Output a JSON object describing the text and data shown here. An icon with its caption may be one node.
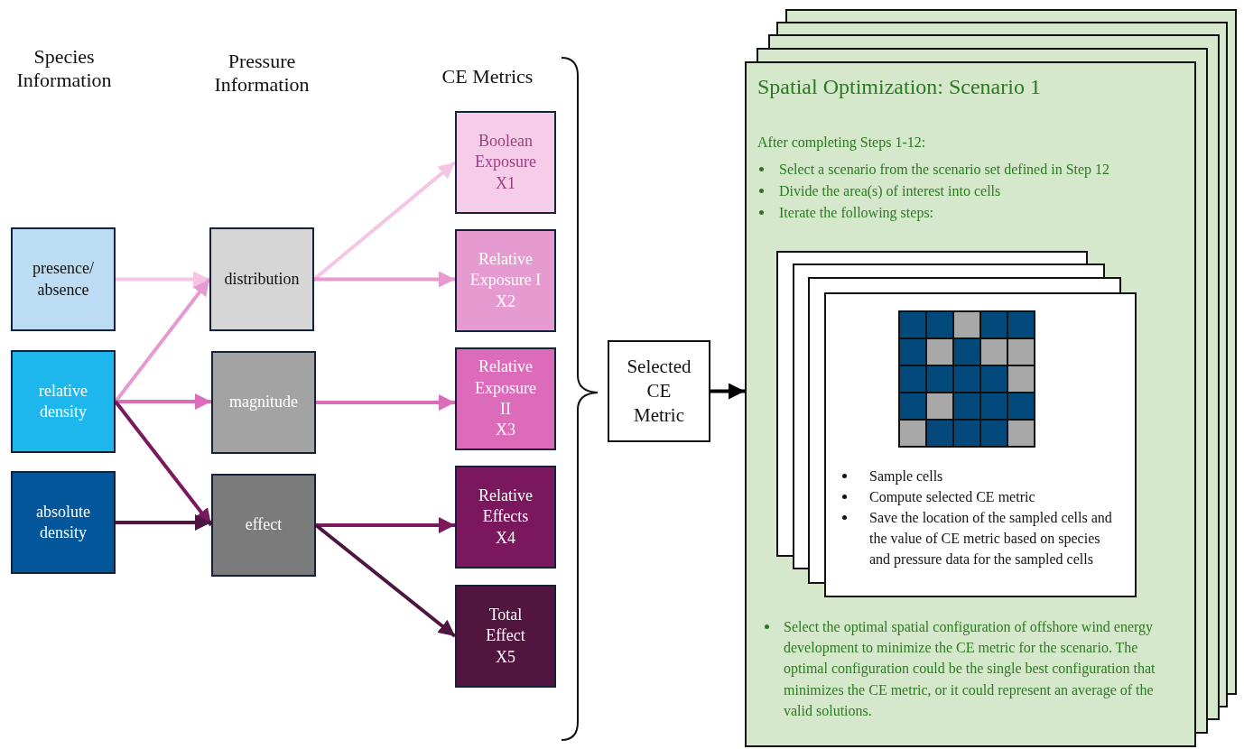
{
  "diagram": {
    "nodes": [
      {
        "text": [
          "presence/ absence"
        ]
      },
      {
        "text": [
          "relative density"
        ]
      },
      {
        "text": [
          "absolute density"
        ]
      },
      {
        "text": [
          "distribution"
        ]
      },
      {
        "text": [
          "magnitude"
        ]
      },
      {
        "text": [
          "effect"
        ]
      },
      {
        "text": [
          "Boolean Exposure",
          "X1"
        ]
      },
      {
        "text": [
          "Relative Exposure I",
          "X2"
        ]
      },
      {
        "text": [
          "Relative Exposure II",
          "X3"
        ]
      },
      {
        "text": [
          "Relative Effects",
          "X4"
        ]
      },
      {
        "text": [
          "Total Effect",
          "X5"
        ]
      },
      {
        "text": [
          "Selected CE Metric"
        ]
      },
      {
        "text": [
          "Spatial Optimization: Scenario 1",
          "After completing Steps 1-12:",
          "Select a scenario from the scenario set defined in Step 12",
          "Divide the area(s) of interest into cells",
          "Iterate the following steps:",
          "Select the optimal spatial configuration of offshore wind energy development to minimize the CE metric for the scenario. The optimal configuration could be the single best configuration that minimizes the CE metric, or it could represent an average of the valid solutions."
        ]
      },
      {
        "text": [
          "Sample cells",
          "Compute selected CE metric",
          "Save the location of the sampled cells and the value of CE metric based on species and pressure data for the sampled cells"
        ],
        "in": 12
      }
    ],
    "edges": [
      {
        "from": 0,
        "to": 3,
        "arrow": "to",
        "color": "#f4c6e4"
      },
      {
        "from": 1,
        "to": 3,
        "arrow": "to",
        "color": "#e59ad0"
      },
      {
        "from": 1,
        "to": 4,
        "arrow": "to",
        "color": "#dc6cb9"
      },
      {
        "from": 1,
        "to": 5,
        "arrow": "to",
        "color": "#7a1a5c"
      },
      {
        "from": 2,
        "to": 5,
        "arrow": "to",
        "color": "#4e1540"
      },
      {
        "from": 3,
        "to": 6,
        "arrow": "to",
        "color": "#f4c6e4"
      },
      {
        "from": 3,
        "to": 7,
        "arrow": "to",
        "color": "#e59ad0"
      },
      {
        "from": 4,
        "to": 8,
        "arrow": "to",
        "color": "#dc6cb9"
      },
      {
        "from": 5,
        "to": 9,
        "arrow": "to",
        "color": "#7a1a5c"
      },
      {
        "from": 5,
        "to": 10,
        "arrow": "to",
        "color": "#4e1540"
      },
      {
        "from": 11,
        "to": 12,
        "arrow": "to",
        "color": "#000000"
      }
    ],
    "labels": [
      "Species Information",
      "Pressure Information",
      "CE Metrics"
    ]
  }
}
